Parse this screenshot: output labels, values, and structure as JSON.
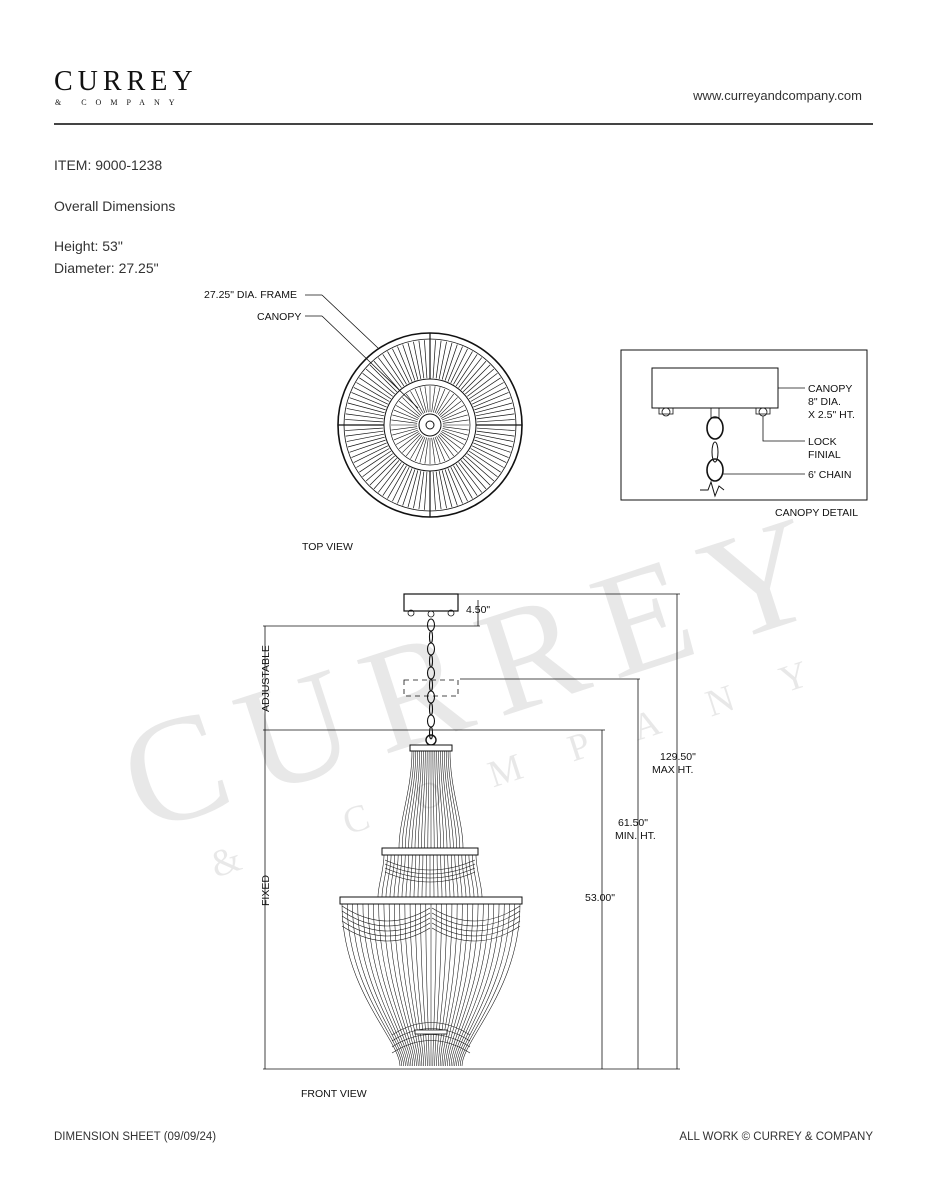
{
  "header": {
    "logo_main": "CURREY",
    "logo_sub": "& COMPANY",
    "url": "www.curreyandcompany.com"
  },
  "item": {
    "number": "ITEM: 9000-1238",
    "section_title": "Overall Dimensions",
    "height": "Height: 53\"",
    "diameter": "Diameter: 27.25\""
  },
  "top_view": {
    "label_frame": "27.25\" DIA. FRAME",
    "label_canopy": "CANOPY",
    "caption": "TOP VIEW"
  },
  "canopy_detail": {
    "canopy_line1": "CANOPY",
    "canopy_line2": "8\" DIA.",
    "canopy_line3": "X 2.5\" HT.",
    "lock_line1": "LOCK",
    "lock_line2": "FINIAL",
    "chain": "6' CHAIN",
    "caption": "CANOPY DETAIL"
  },
  "front_view": {
    "dim_canopy": "4.50\"",
    "adjustable": "ADJUSTABLE",
    "fixed": "FIXED",
    "max_value": "129.50\"",
    "max_label": "MAX HT.",
    "min_value": "61.50\"",
    "min_label": "MIN. HT.",
    "fixture_value": "53.00\"",
    "caption": "FRONT VIEW"
  },
  "watermark": {
    "main": "CURREY",
    "sub": "& COMPANY"
  },
  "footer": {
    "left": "DIMENSION SHEET (09/09/24)",
    "right": "ALL WORK © CURREY & COMPANY"
  }
}
